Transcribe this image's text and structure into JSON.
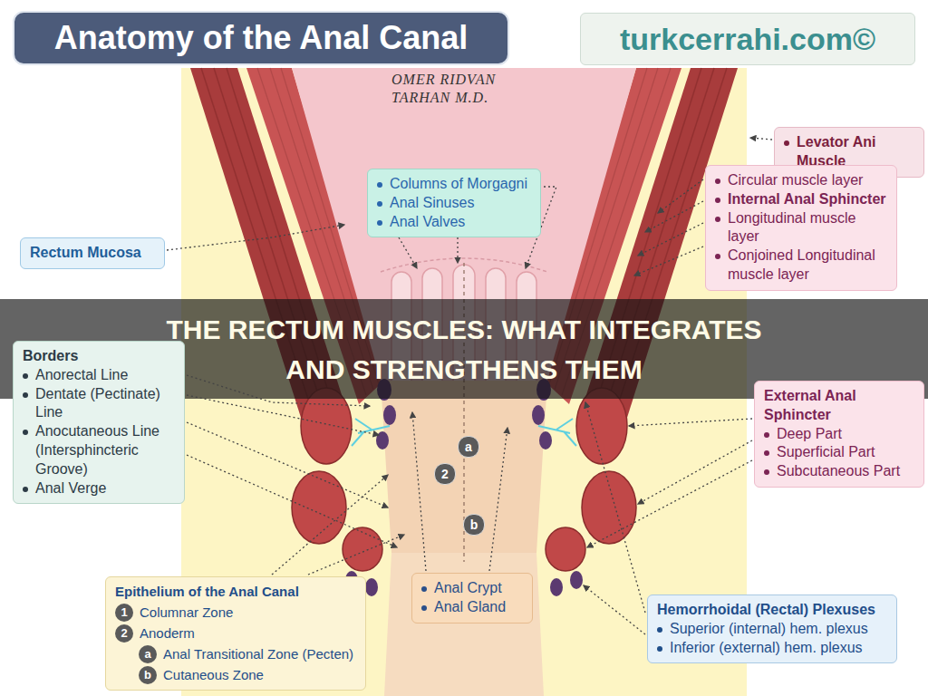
{
  "diagram": {
    "title": "Anatomy of the Anal Canal",
    "nodes": [
      {
        "text": [
          "turkcerrahi.com©"
        ]
      },
      {
        "text": [
          "Columns of Morgagni",
          "Anal Sinuses",
          "Anal Valves"
        ]
      },
      {
        "text": [
          "Rectum Mucosa"
        ]
      },
      {
        "text": [
          "Levator Ani Muscle"
        ]
      },
      {
        "text": [
          "Circular muscle layer",
          "Internal Anal Sphincter",
          "Longitudinal muscle layer",
          "Conjoined Longitudinal muscle layer"
        ]
      },
      {
        "text": [
          "Borders",
          "Anorectal Line",
          "Dentate (Pectinate) Line",
          "Anocutaneous Line (Intersphincteric Groove)",
          "Anal Verge"
        ]
      },
      {
        "text": [
          "External Anal Sphincter",
          "Deep Part",
          "Superficial Part",
          "Subcutaneous Part"
        ]
      },
      {
        "text": [
          "Epithelium of the Anal Canal",
          "1",
          "Columnar Zone",
          "2",
          "Anoderm",
          "a",
          "Anal Transitional Zone (Pecten)",
          "b",
          "Cutaneous Zone"
        ]
      },
      {
        "text": [
          "Anal Crypt",
          "Anal Gland"
        ]
      },
      {
        "text": [
          "Hemorrhoidal (Rectal) Plexuses",
          "Superior (internal) hem. plexus",
          "Inferior (external) hem. plexus"
        ]
      }
    ],
    "labels": [
      "OMER RIDVAN TARHAN M.D.",
      "a",
      "2",
      "b",
      "THE RECTUM MUSCLES: WHAT INTEGRATES AND STRENGTHENS THEM"
    ]
  }
}
